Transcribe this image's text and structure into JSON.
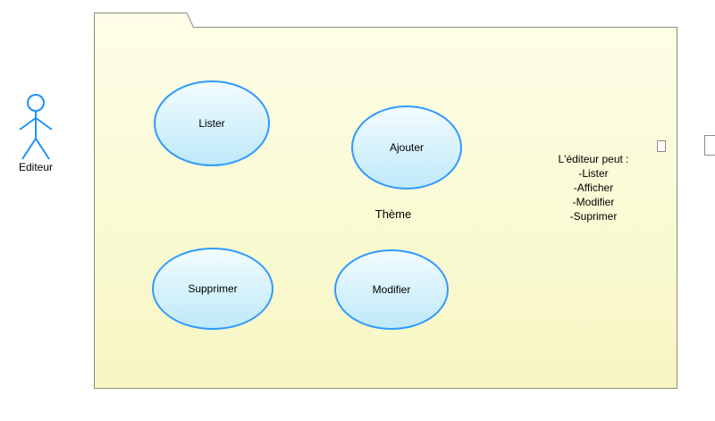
{
  "diagram": {
    "actor": {
      "label": "Editeur"
    },
    "package": {
      "name": "Thème",
      "use_cases": [
        {
          "label": "Lister"
        },
        {
          "label": "Ajouter"
        },
        {
          "label": "Supprimer"
        },
        {
          "label": "Modifier"
        }
      ],
      "note_lines": [
        "L'éditeur peut :",
        "-Lister",
        "-Afficher",
        "-Modifier",
        "-Suprimer"
      ]
    },
    "colors": {
      "usecase_border": "#2f9aff",
      "usecase_fill_top": "#f2fcff",
      "usecase_fill_bottom": "#bfe9fa",
      "package_fill_top": "#fefee9",
      "package_fill_bottom": "#f6f6c2",
      "package_border": "#8c8c78",
      "actor_stroke": "#1e90ff",
      "text": "#000000"
    }
  }
}
